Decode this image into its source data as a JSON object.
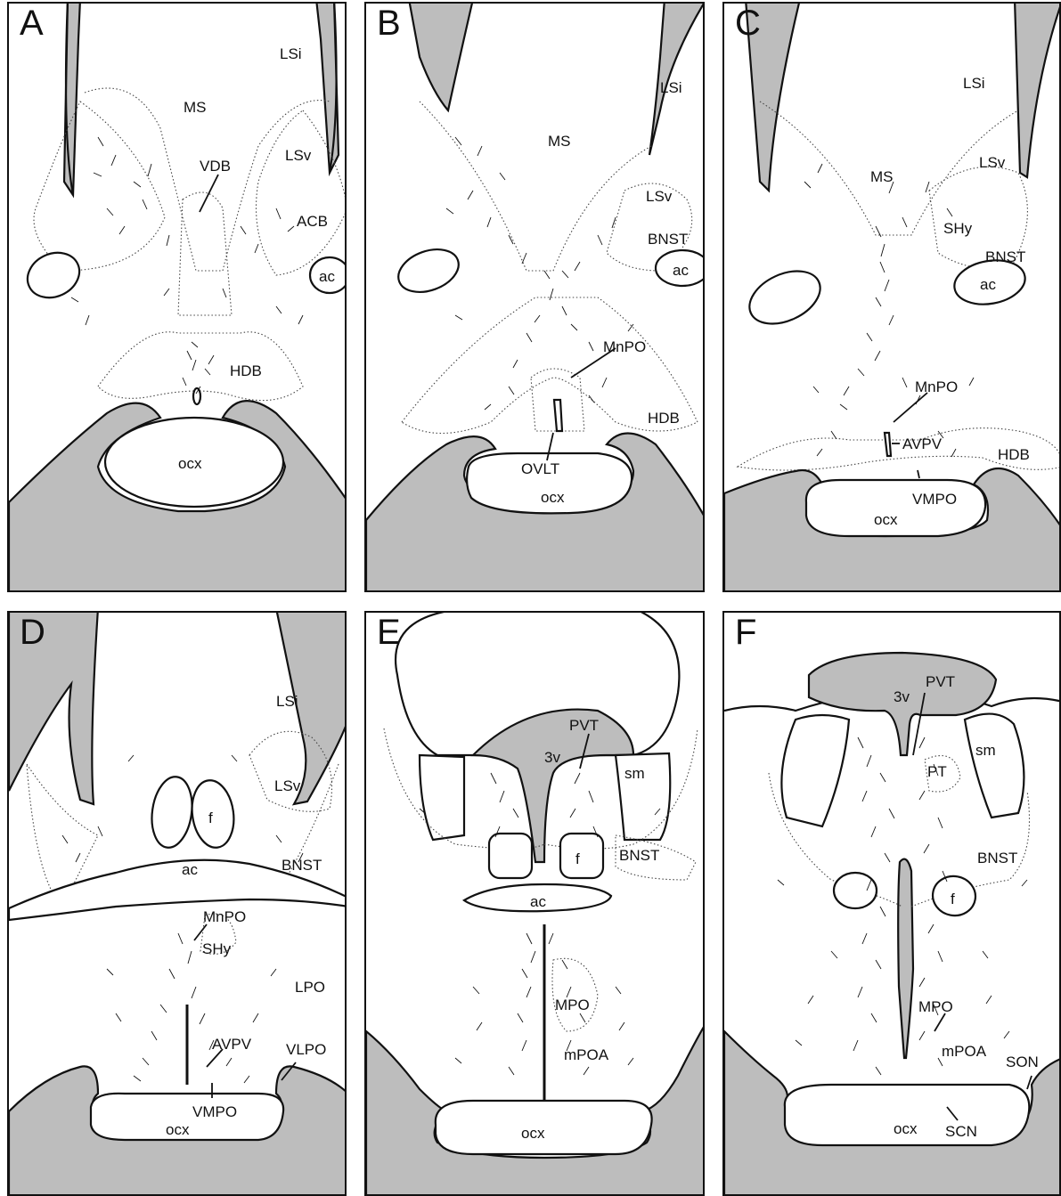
{
  "panels": [
    {
      "letter": "A",
      "labels": [
        "LSi",
        "MS",
        "VDB",
        "LSv",
        "ACB",
        "ac",
        "HDB",
        "ocx"
      ]
    },
    {
      "letter": "B",
      "labels": [
        "LSi",
        "MS",
        "LSv",
        "BNST",
        "ac",
        "MnPO",
        "HDB",
        "OVLT",
        "ocx"
      ]
    },
    {
      "letter": "C",
      "labels": [
        "LSi",
        "MS",
        "LSv",
        "SHy",
        "BNST",
        "ac",
        "MnPO",
        "AVPV",
        "HDB",
        "VMPO",
        "ocx"
      ]
    },
    {
      "letter": "D",
      "labels": [
        "LSi",
        "LSv",
        "f",
        "ac",
        "BNST",
        "MnPO",
        "SHy",
        "LPO",
        "AVPV",
        "VLPO",
        "VMPO",
        "ocx"
      ]
    },
    {
      "letter": "E",
      "labels": [
        "PVT",
        "3v",
        "sm",
        "f",
        "BNST",
        "ac",
        "MPO",
        "mPOA",
        "ocx"
      ]
    },
    {
      "letter": "F",
      "labels": [
        "PVT",
        "3v",
        "sm",
        "PT",
        "BNST",
        "f",
        "MPO",
        "mPOA",
        "SON",
        "ocx",
        "SCN"
      ]
    }
  ]
}
